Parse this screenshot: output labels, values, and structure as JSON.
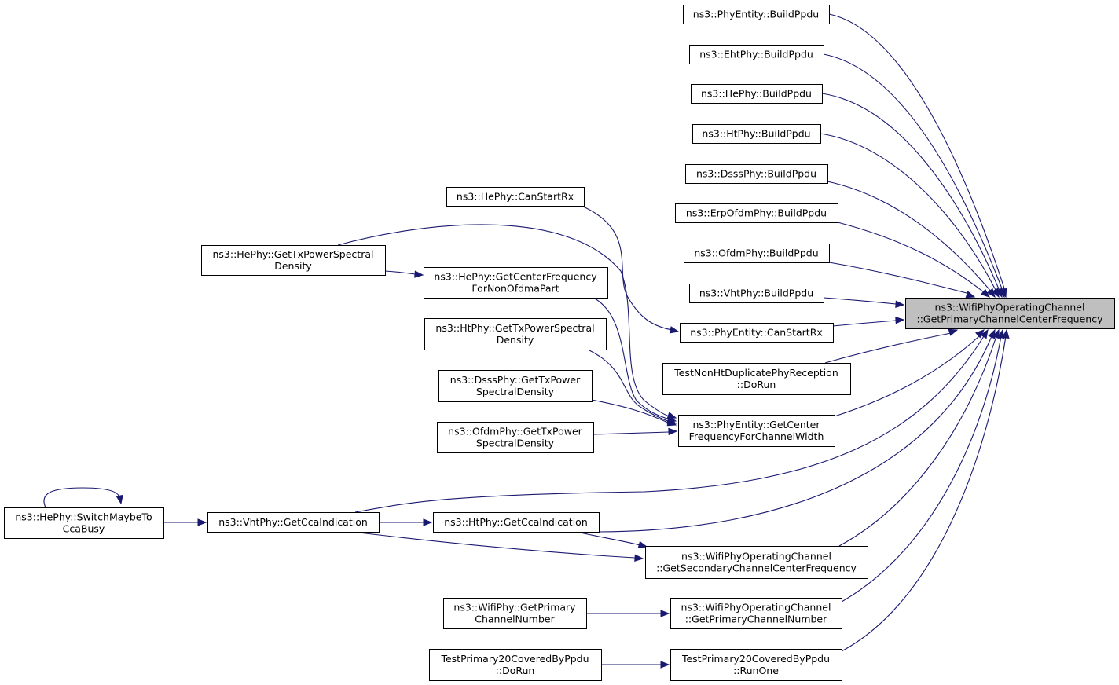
{
  "graph": {
    "root": "ns3::WifiPhyOperatingChannel\n::GetPrimaryChannelCenterFrequency",
    "nodes": [
      {
        "id": "root",
        "lines": [
          "ns3::WifiPhyOperatingChannel",
          "::GetPrimaryChannelCenterFrequency"
        ]
      },
      {
        "id": "pe-buildppdu",
        "lines": [
          "ns3::PhyEntity::BuildPpdu"
        ]
      },
      {
        "id": "eht-buildppdu",
        "lines": [
          "ns3::EhtPhy::BuildPpdu"
        ]
      },
      {
        "id": "he-buildppdu",
        "lines": [
          "ns3::HePhy::BuildPpdu"
        ]
      },
      {
        "id": "ht-buildppdu",
        "lines": [
          "ns3::HtPhy::BuildPpdu"
        ]
      },
      {
        "id": "dsss-buildppdu",
        "lines": [
          "ns3::DsssPhy::BuildPpdu"
        ]
      },
      {
        "id": "erp-buildppdu",
        "lines": [
          "ns3::ErpOfdmPhy::BuildPpdu"
        ]
      },
      {
        "id": "ofdm-buildppdu",
        "lines": [
          "ns3::OfdmPhy::BuildPpdu"
        ]
      },
      {
        "id": "vht-buildppdu",
        "lines": [
          "ns3::VhtPhy::BuildPpdu"
        ]
      },
      {
        "id": "pe-canstartrx",
        "lines": [
          "ns3::PhyEntity::CanStartRx"
        ]
      },
      {
        "id": "he-canstartrx",
        "lines": [
          "ns3::HePhy::CanStartRx"
        ]
      },
      {
        "id": "testnonht",
        "lines": [
          "TestNonHtDuplicatePhyReception",
          "::DoRun"
        ]
      },
      {
        "id": "pe-getcenterfreq",
        "lines": [
          "ns3::PhyEntity::GetCenter",
          "FrequencyForChannelWidth"
        ]
      },
      {
        "id": "he-gettxpsd",
        "lines": [
          "ns3::HePhy::GetTxPowerSpectral",
          "Density"
        ]
      },
      {
        "id": "he-getcfnonofdma",
        "lines": [
          "ns3::HePhy::GetCenterFrequency",
          "ForNonOfdmaPart"
        ]
      },
      {
        "id": "ht-gettxpsd",
        "lines": [
          "ns3::HtPhy::GetTxPowerSpectral",
          "Density"
        ]
      },
      {
        "id": "dsss-gettxpsd",
        "lines": [
          "ns3::DsssPhy::GetTxPower",
          "SpectralDensity"
        ]
      },
      {
        "id": "ofdm-gettxpsd",
        "lines": [
          "ns3::OfdmPhy::GetTxPower",
          "SpectralDensity"
        ]
      },
      {
        "id": "he-switchcca",
        "lines": [
          "ns3::HePhy::SwitchMaybeTo",
          "CcaBusy"
        ]
      },
      {
        "id": "vht-getcca",
        "lines": [
          "ns3::VhtPhy::GetCcaIndication"
        ]
      },
      {
        "id": "ht-getcca",
        "lines": [
          "ns3::HtPhy::GetCcaIndication"
        ]
      },
      {
        "id": "woc-getsecondary",
        "lines": [
          "ns3::WifiPhyOperatingChannel",
          "::GetSecondaryChannelCenterFrequency"
        ]
      },
      {
        "id": "wifiphy-getprimarynum",
        "lines": [
          "ns3::WifiPhy::GetPrimary",
          "ChannelNumber"
        ]
      },
      {
        "id": "woc-getprimarynum",
        "lines": [
          "ns3::WifiPhyOperatingChannel",
          "::GetPrimaryChannelNumber"
        ]
      },
      {
        "id": "testp20-dorun",
        "lines": [
          "TestPrimary20CoveredByPpdu",
          "::DoRun"
        ]
      },
      {
        "id": "testp20-runone",
        "lines": [
          "TestPrimary20CoveredByPpdu",
          "::RunOne"
        ]
      }
    ],
    "edges": [
      {
        "from": "pe-buildppdu",
        "to": "root"
      },
      {
        "from": "eht-buildppdu",
        "to": "root"
      },
      {
        "from": "he-buildppdu",
        "to": "root"
      },
      {
        "from": "ht-buildppdu",
        "to": "root"
      },
      {
        "from": "dsss-buildppdu",
        "to": "root"
      },
      {
        "from": "erp-buildppdu",
        "to": "root"
      },
      {
        "from": "ofdm-buildppdu",
        "to": "root"
      },
      {
        "from": "vht-buildppdu",
        "to": "root"
      },
      {
        "from": "pe-canstartrx",
        "to": "root"
      },
      {
        "from": "testnonht",
        "to": "root"
      },
      {
        "from": "pe-getcenterfreq",
        "to": "root"
      },
      {
        "from": "vht-getcca",
        "to": "root"
      },
      {
        "from": "ht-getcca",
        "to": "root"
      },
      {
        "from": "woc-getsecondary",
        "to": "root"
      },
      {
        "from": "woc-getprimarynum",
        "to": "root"
      },
      {
        "from": "testp20-runone",
        "to": "root"
      },
      {
        "from": "he-canstartrx",
        "to": "pe-canstartrx"
      },
      {
        "from": "he-gettxpsd",
        "to": "he-getcfnonofdma"
      },
      {
        "from": "he-gettxpsd",
        "to": "pe-getcenterfreq"
      },
      {
        "from": "he-getcfnonofdma",
        "to": "pe-getcenterfreq"
      },
      {
        "from": "ht-gettxpsd",
        "to": "pe-getcenterfreq"
      },
      {
        "from": "dsss-gettxpsd",
        "to": "pe-getcenterfreq"
      },
      {
        "from": "ofdm-gettxpsd",
        "to": "pe-getcenterfreq"
      },
      {
        "from": "he-switchcca",
        "to": "he-switchcca"
      },
      {
        "from": "he-switchcca",
        "to": "vht-getcca"
      },
      {
        "from": "vht-getcca",
        "to": "ht-getcca"
      },
      {
        "from": "vht-getcca",
        "to": "woc-getsecondary"
      },
      {
        "from": "ht-getcca",
        "to": "woc-getsecondary"
      },
      {
        "from": "wifiphy-getprimarynum",
        "to": "woc-getprimarynum"
      },
      {
        "from": "testp20-dorun",
        "to": "testp20-runone"
      }
    ]
  }
}
